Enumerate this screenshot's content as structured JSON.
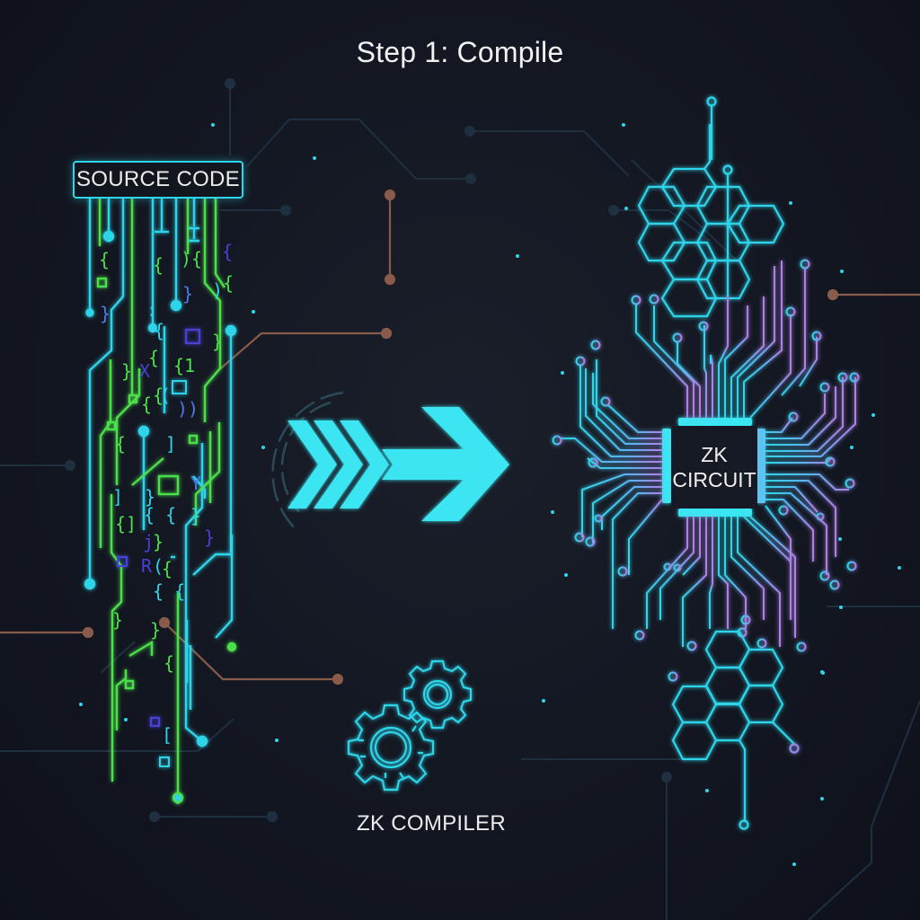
{
  "diagram": {
    "title": "Step 1: Compile",
    "nodes": [
      {
        "id": "source",
        "label": "SOURCE CODE",
        "icon": "code-stream-icon"
      },
      {
        "id": "compiler",
        "label": "ZK COMPILER",
        "icon": "gears-icon"
      },
      {
        "id": "circuit",
        "label_line1": "ZK",
        "label_line2": "CIRCUIT",
        "icon": "chip-icon"
      }
    ],
    "edges": [
      {
        "from": "source",
        "to": "circuit",
        "style": "chevron-arrow"
      }
    ]
  },
  "colors": {
    "background": "#141823",
    "cyan": "#2fd5ea",
    "arrow": "#3ae6f2",
    "green": "#4be04a",
    "indigo": "#4a3fd6",
    "purple": "#a77de8",
    "brown": "#8a5a4a",
    "faint": "#1e3040",
    "text": "#f0f0f0"
  }
}
